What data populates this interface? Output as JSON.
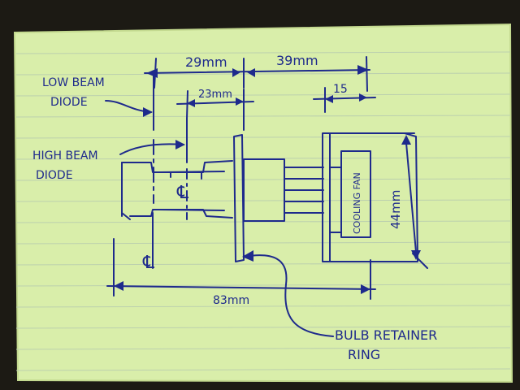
{
  "colors": {
    "card": "#d9eeaa",
    "card_edge": "#c3d98f",
    "rule_lines": "#bcd0ae",
    "ink": "#1e2a8c",
    "table": "#1c1a14"
  },
  "dimensions": {
    "low_to_retainer": "29mm",
    "retainer_to_fan_end": "39mm",
    "high_to_retainer": "23mm",
    "fan_depth": "15",
    "fan_height": "44mm",
    "overall_length": "83mm"
  },
  "labels": {
    "low_beam_line1": "LOW BEAM",
    "low_beam_line2": "DIODE",
    "high_beam_line1": "HIGH BEAM",
    "high_beam_line2": "DIODE",
    "cooling_fan": "COOLING FAN",
    "retainer_line1": "BULB RETAINER",
    "retainer_line2": "RING"
  },
  "centerline_symbol": "℄"
}
